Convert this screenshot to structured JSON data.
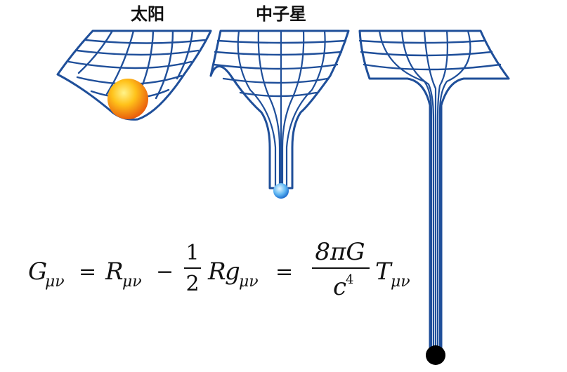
{
  "labels": {
    "sun": "太阳",
    "neutron_star": "中子星"
  },
  "equation": {
    "G": "G",
    "sub1": "μν",
    "eq1": "=",
    "R": "R",
    "sub2": "μν",
    "minus": "−",
    "half_num": "1",
    "half_den": "2",
    "R2": "R",
    "g": "g",
    "sub3": "μν",
    "eq2": "=",
    "frac_num": "8πG",
    "frac_den": "c",
    "frac_den_exp": "4",
    "T": "T",
    "sub4": "μν"
  },
  "colors": {
    "grid": "#1f4f9a",
    "sun_core": "#ffd21c",
    "sun_edge": "#ef6a0e",
    "neutron_core": "#bfe6ff",
    "neutron_edge": "#2f8ee0",
    "black_hole": "#000000",
    "text": "#111111"
  }
}
